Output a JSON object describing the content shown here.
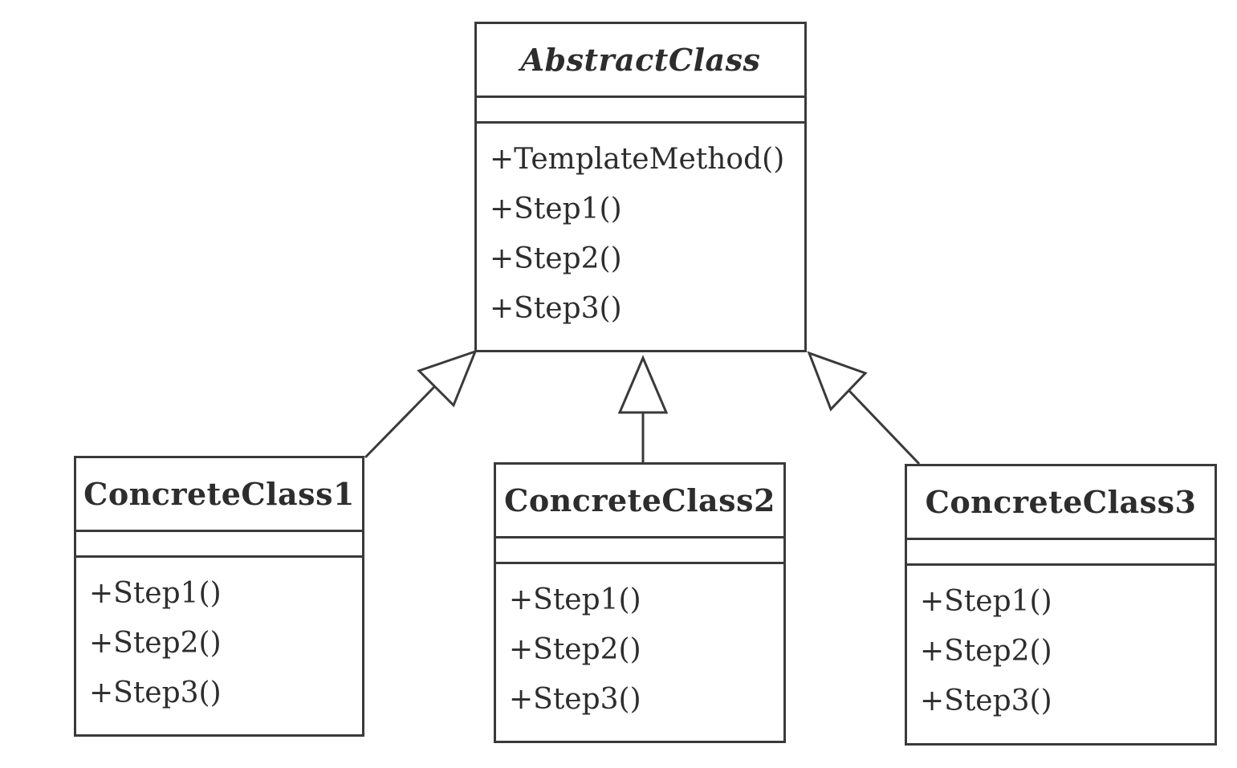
{
  "abstract_class": {
    "name": "AbstractClass",
    "operations": [
      "+TemplateMethod()",
      "+Step1()",
      "+Step2()",
      "+Step3()"
    ]
  },
  "concrete_classes": [
    {
      "name": "ConcreteClass1",
      "operations": [
        "+Step1()",
        "+Step2()",
        "+Step3()"
      ]
    },
    {
      "name": "ConcreteClass2",
      "operations": [
        "+Step1()",
        "+Step2()",
        "+Step3()"
      ]
    },
    {
      "name": "ConcreteClass3",
      "operations": [
        "+Step1()",
        "+Step2()",
        "+Step3()"
      ]
    }
  ],
  "relations": [
    {
      "type": "generalization",
      "from": "ConcreteClass1",
      "to": "AbstractClass"
    },
    {
      "type": "generalization",
      "from": "ConcreteClass2",
      "to": "AbstractClass"
    },
    {
      "type": "generalization",
      "from": "ConcreteClass3",
      "to": "AbstractClass"
    }
  ],
  "colors": {
    "line": "#3a3a3a",
    "text": "#2d2d2d",
    "background": "#ffffff"
  }
}
